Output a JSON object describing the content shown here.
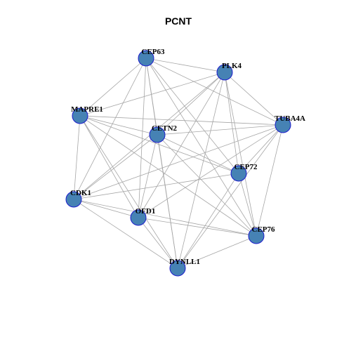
{
  "title": "PCNT",
  "colors": {
    "node_fill": "#4682b4",
    "node_stroke": "#1c1ccc",
    "edge": "#a6a6a6"
  },
  "nodes": [
    {
      "id": "CEP63",
      "label": "CEP63"
    },
    {
      "id": "PLK4",
      "label": "PLK4"
    },
    {
      "id": "MAPRE1",
      "label": "MAPRE1"
    },
    {
      "id": "CETN2",
      "label": "CETN2"
    },
    {
      "id": "TUBA4A",
      "label": "TUBA4A"
    },
    {
      "id": "CEP72",
      "label": "CEP72"
    },
    {
      "id": "CDK1",
      "label": "CDK1"
    },
    {
      "id": "OFD1",
      "label": "OFD1"
    },
    {
      "id": "CEP76",
      "label": "CEP76"
    },
    {
      "id": "DYNLL1",
      "label": "DYNLL1"
    }
  ],
  "edges": [
    [
      "CEP63",
      "PLK4"
    ],
    [
      "CEP63",
      "MAPRE1"
    ],
    [
      "CEP63",
      "CETN2"
    ],
    [
      "CEP63",
      "TUBA4A"
    ],
    [
      "CEP63",
      "CEP72"
    ],
    [
      "CEP63",
      "CDK1"
    ],
    [
      "CEP63",
      "OFD1"
    ],
    [
      "CEP63",
      "CEP76"
    ],
    [
      "CEP63",
      "DYNLL1"
    ],
    [
      "PLK4",
      "MAPRE1"
    ],
    [
      "PLK4",
      "CETN2"
    ],
    [
      "PLK4",
      "TUBA4A"
    ],
    [
      "PLK4",
      "CEP72"
    ],
    [
      "PLK4",
      "CDK1"
    ],
    [
      "PLK4",
      "OFD1"
    ],
    [
      "PLK4",
      "CEP76"
    ],
    [
      "PLK4",
      "DYNLL1"
    ],
    [
      "MAPRE1",
      "CETN2"
    ],
    [
      "MAPRE1",
      "TUBA4A"
    ],
    [
      "MAPRE1",
      "CEP72"
    ],
    [
      "MAPRE1",
      "CDK1"
    ],
    [
      "MAPRE1",
      "OFD1"
    ],
    [
      "MAPRE1",
      "CEP76"
    ],
    [
      "MAPRE1",
      "DYNLL1"
    ],
    [
      "CETN2",
      "TUBA4A"
    ],
    [
      "CETN2",
      "CEP72"
    ],
    [
      "CETN2",
      "CDK1"
    ],
    [
      "CETN2",
      "OFD1"
    ],
    [
      "CETN2",
      "CEP76"
    ],
    [
      "CETN2",
      "DYNLL1"
    ],
    [
      "TUBA4A",
      "CEP72"
    ],
    [
      "TUBA4A",
      "CDK1"
    ],
    [
      "TUBA4A",
      "OFD1"
    ],
    [
      "TUBA4A",
      "CEP76"
    ],
    [
      "TUBA4A",
      "DYNLL1"
    ],
    [
      "CEP72",
      "CDK1"
    ],
    [
      "CEP72",
      "CEP76"
    ],
    [
      "CEP72",
      "DYNLL1"
    ],
    [
      "CDK1",
      "OFD1"
    ],
    [
      "CDK1",
      "CEP76"
    ],
    [
      "CDK1",
      "DYNLL1"
    ],
    [
      "OFD1",
      "CEP76"
    ],
    [
      "OFD1",
      "DYNLL1"
    ],
    [
      "CEP76",
      "DYNLL1"
    ]
  ]
}
